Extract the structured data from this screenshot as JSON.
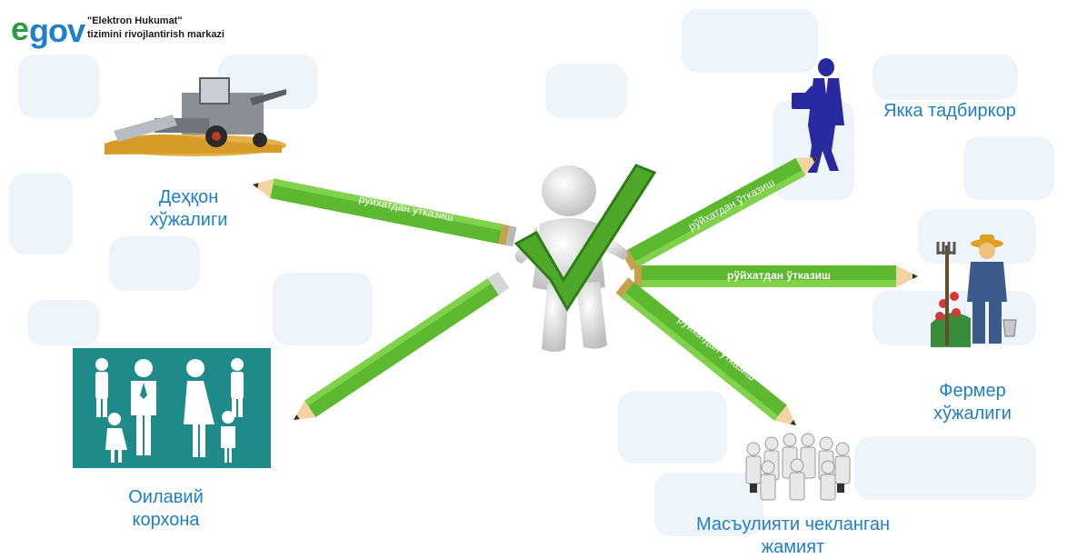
{
  "logo": {
    "mark_e": "e",
    "mark_gov": "gov",
    "line1": "\"Elektron Hukumat\"",
    "line2": "tizimini rivojlantirish markazi"
  },
  "pencil_label": "рўйхатдан ўтказиш",
  "targets": {
    "dehqon": "Деҳқон хўжалиги",
    "oilaviy": "Оилавий корхона",
    "yakka": "Якка тадбиркор",
    "fermer": "Фермер хўжалиги",
    "masuliyati": "Масъулияти чекланган жамият"
  },
  "colors": {
    "label_blue": "#1f7fc8",
    "pencil_green": "#5cb82e",
    "pencil_dark": "#2f8a1f",
    "family_teal": "#1e8a8a"
  },
  "icons": {
    "center": "person-with-checkmark-icon",
    "dehqon": "combine-harvester-icon",
    "oilaviy": "family-icon",
    "yakka": "businessman-icon",
    "fermer": "farmer-icon",
    "masuliyati": "group-of-people-icon"
  }
}
